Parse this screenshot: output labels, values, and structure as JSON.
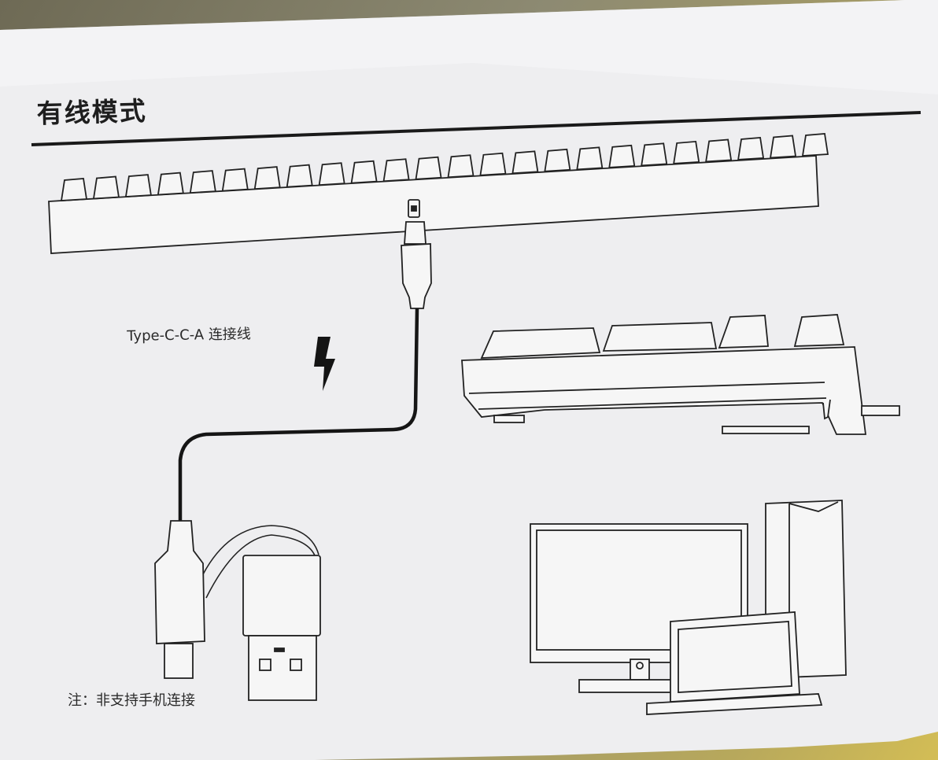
{
  "page": {
    "title": "有线模式",
    "cable_label": "Type-C-C-A 连接线",
    "note": "注：非支持手机连接"
  },
  "icons": [
    "keyboard-top-icon",
    "usb-c-plug-icon",
    "lightning-icon",
    "keyboard-side-icon",
    "usb-a-plug-icon",
    "usb-adapter-icon",
    "monitor-icon",
    "pc-tower-icon",
    "laptop-icon"
  ],
  "colors": {
    "paper": "#f1f1f3",
    "ink": "#1c1c1c"
  }
}
